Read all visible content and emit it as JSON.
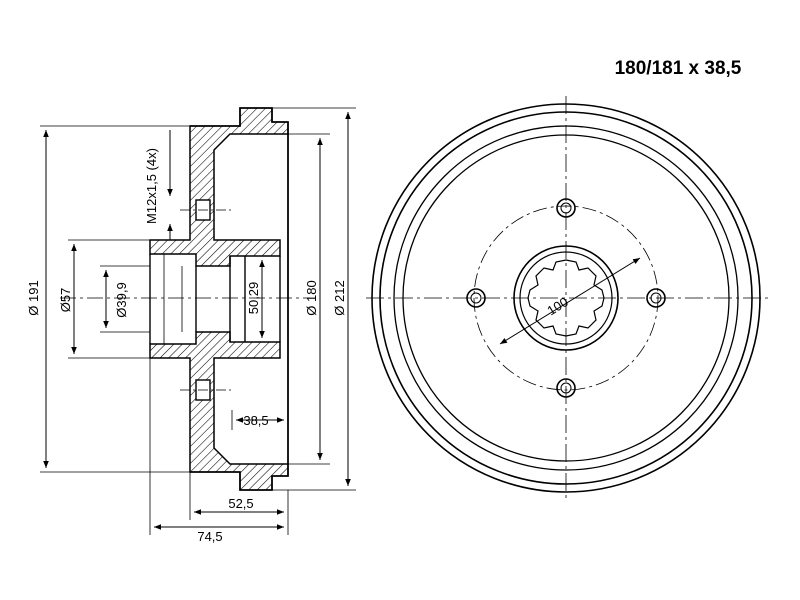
{
  "title": "180/181 x 38,5",
  "dimensions": {
    "outer_diameter": "Ø 212",
    "drum_inner_diameter": "Ø 180",
    "flange_diameter": "Ø 191",
    "hub_outer_diameter": "Ø57",
    "bore_diameter": "Ø39,9",
    "hub_inner_diameter": "50,29",
    "thread": "M12x1,5 (4x)",
    "depth_drum": "38,5",
    "depth_total_inner": "52,5",
    "depth_total": "74,5",
    "bolt_circle": "100"
  },
  "colors": {
    "line": "#000000",
    "background": "#ffffff"
  }
}
